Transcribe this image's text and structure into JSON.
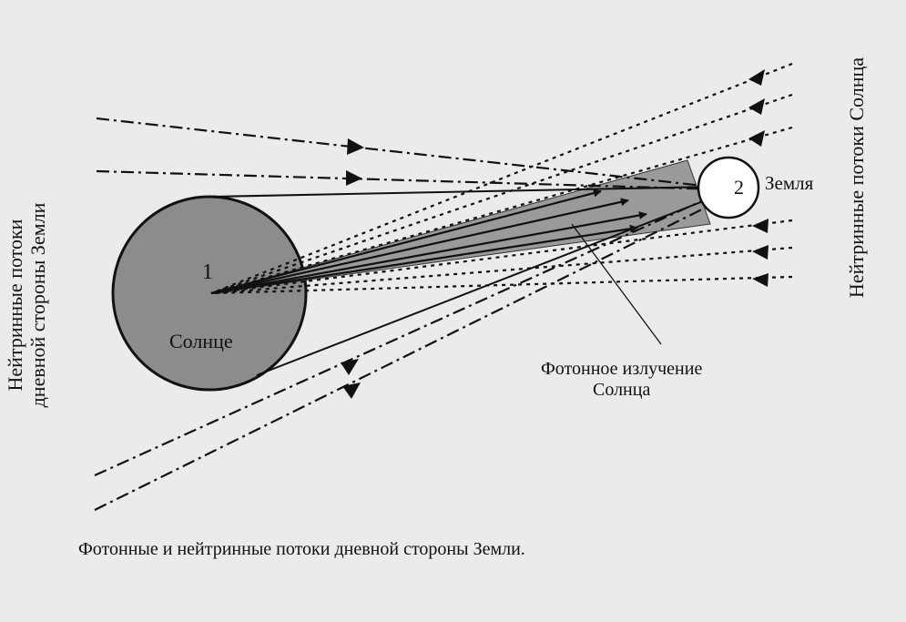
{
  "labels": {
    "sun_number": "1",
    "sun_name": "Солнце",
    "earth_number": "2",
    "earth_name": "Земля",
    "photon_line1": "Фотонное излучение",
    "photon_line2": "Солнца",
    "left_line1": "Нейтринные потоки",
    "left_line2": "дневной стороны Земли",
    "right_label": "Нейтринные потоки Солнца",
    "caption": "Фотонные и нейтринные потоки дневной стороны Земли."
  },
  "colors": {
    "background": "#ebebeb",
    "sun_fill": "#8c8c8c",
    "photon_fill": "#9a9a9a",
    "earth_fill": "#ffffff",
    "ink": "#111111"
  }
}
